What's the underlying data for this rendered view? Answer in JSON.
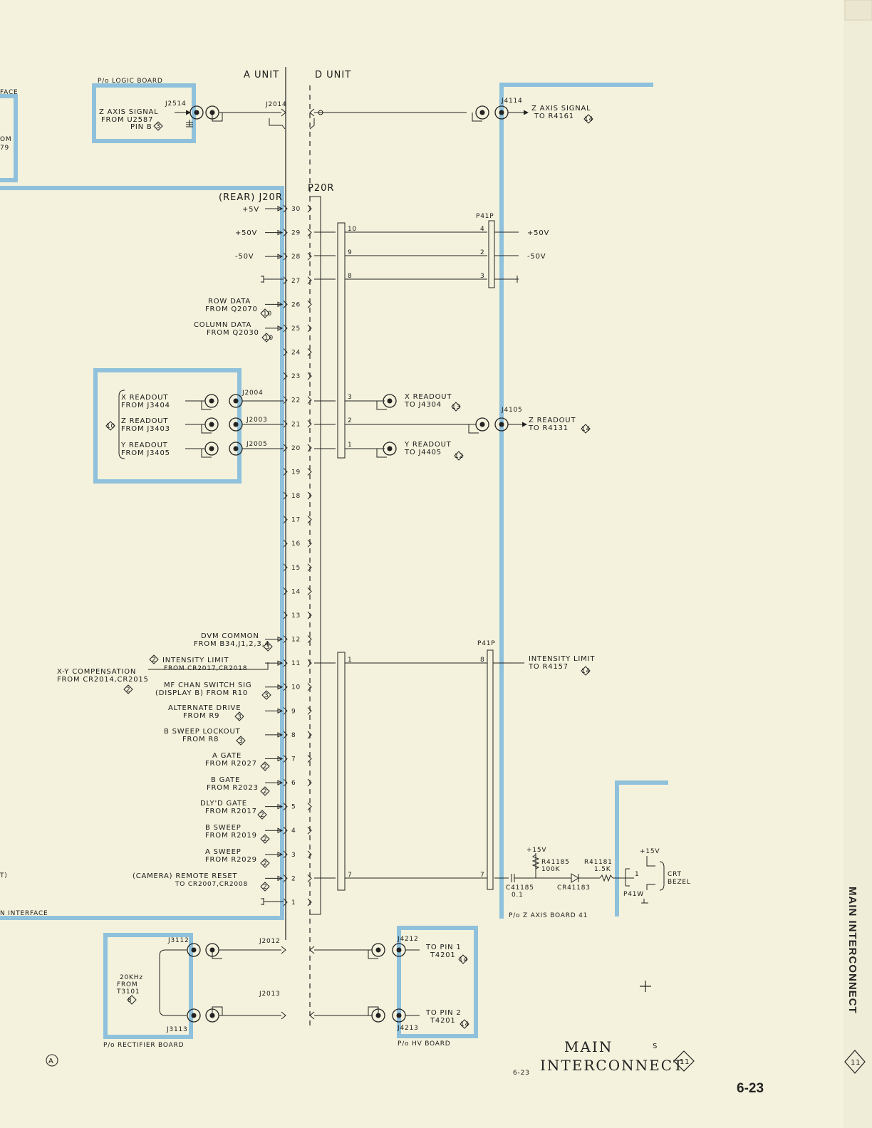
{
  "header": {
    "a_unit": "A UNIT",
    "d_unit": "D UNIT"
  },
  "boards": {
    "logic_board": "P/o LOGIC BOARD",
    "rectifier_board": "P/o RECTIFIER BOARD",
    "hv_board": "P/o HV BOARD",
    "z_axis_board": "P/o Z AXIS BOARD 41"
  },
  "left_fragments": [
    "FACE",
    "OM",
    "79",
    "T)",
    "N INTERFACE"
  ],
  "top_section": {
    "j2514": "J2514",
    "z_signal_lines": [
      "Z AXIS SIGNAL",
      "FROM U2587",
      "PIN B"
    ],
    "z_signal_ref": "3",
    "j2014": "J2014",
    "j4114": "J4114",
    "z_out_lines": [
      "Z AXIS SIGNAL",
      "TO R4161"
    ],
    "z_out_ref": "14"
  },
  "connectors": {
    "j20r": "(REAR) J20R",
    "p20r": "P20R",
    "p41p_top": "P41P",
    "p41p_mid": "P41P",
    "p41w": "P41W"
  },
  "pin_numbers": [
    "30",
    "29",
    "28",
    "27",
    "26",
    "25",
    "24",
    "23",
    "22",
    "21",
    "20",
    "19",
    "18",
    "17",
    "16",
    "15",
    "14",
    "13",
    "12",
    "11",
    "10",
    "9",
    "8",
    "7",
    "6",
    "5",
    "4",
    "3",
    "2",
    "1"
  ],
  "left_signals": {
    "p30": "+5V",
    "p29": "+50V",
    "p28": "-50V",
    "p26": [
      "ROW DATA",
      "FROM Q2070"
    ],
    "p26_ref": "10",
    "p25": [
      "COLUMN DATA",
      "FROM Q2030"
    ],
    "p25_ref": "10",
    "p12": [
      "DVM COMMON",
      "FROM B34,J1,2,3,4"
    ],
    "p12_ref": "3",
    "p11": [
      "INTENSITY LIMIT",
      "FROM CR2017,CR2018"
    ],
    "p11_ref": "2",
    "xy_comp": [
      "X-Y COMPENSATION",
      "FROM CR2014,CR2015"
    ],
    "xy_ref": "2",
    "p10": [
      "MF CHAN SWITCH SIG",
      "(DISPLAY B)   FROM R10"
    ],
    "p10_ref": "3",
    "p9": [
      "ALTERNATE DRIVE",
      "FROM R9"
    ],
    "p9_ref": "3",
    "p8": [
      "B SWEEP LOCKOUT",
      "FROM R8"
    ],
    "p8_ref": "3",
    "p7": [
      "A GATE",
      "FROM R2027"
    ],
    "p7_ref": "2",
    "p6": [
      "B GATE",
      "FROM R2023"
    ],
    "p6_ref": "2",
    "p5": [
      "DLY'D GATE",
      "FROM R2017"
    ],
    "p5_ref": "2",
    "p4": [
      "B SWEEP",
      "FROM R2019"
    ],
    "p4_ref": "2",
    "p3": [
      "A SWEEP",
      "FROM R2029"
    ],
    "p3_ref": "2",
    "p2": [
      "(CAMERA) REMOTE RESET",
      "TO CR2007,CR2008"
    ],
    "p2_ref": "2"
  },
  "readout_box": {
    "ref": "10",
    "x": [
      "X READOUT",
      "FROM J3404"
    ],
    "z": [
      "Z READOUT",
      "FROM J3403"
    ],
    "y": [
      "Y READOUT",
      "FROM J3405"
    ],
    "j2004": "J2004",
    "j2003": "J2003",
    "j2005": "J2005"
  },
  "p20r_pins": {
    "a": "10",
    "b": "9",
    "c": "8",
    "d": "3",
    "e": "2",
    "f": "1",
    "g": "1",
    "h": "7"
  },
  "p41p_pins": {
    "a": "4",
    "b": "2",
    "c": "3",
    "d": "8",
    "e": "7"
  },
  "right_signals": {
    "p50v": "+50V",
    "m50v": "-50V",
    "x_readout": [
      "X READOUT",
      "TO J4304"
    ],
    "x_ref": "13",
    "y_readout": [
      "Y READOUT",
      "TO J4405"
    ],
    "y_ref": "12",
    "j4105": "J4105",
    "z_readout": [
      "Z READOUT",
      "TO R4131"
    ],
    "z_ref": "14",
    "int_limit": [
      "INTENSITY LIMIT",
      "TO R4157"
    ],
    "int_ref": "14"
  },
  "crt_section": {
    "plus15_a": "+15V",
    "plus15_b": "+15V",
    "r41185": [
      "R41185",
      "100K"
    ],
    "r41181": [
      "R41181",
      "1.5K"
    ],
    "c41185": [
      "C41185",
      "0.1"
    ],
    "cr41183": "CR41183",
    "pin1": "1",
    "crt_bezel": [
      "CRT",
      "BEZEL"
    ]
  },
  "bottom_section": {
    "j3112": "J3112",
    "j3113": "J3113",
    "j2012": "J2012",
    "j2013": "J2013",
    "j4212": "J4212",
    "j4213": "J4213",
    "freq": [
      "20KHz",
      "FROM",
      "T3101"
    ],
    "freq_ref": "8",
    "to_pin1": [
      "TO PIN 1",
      "T4201"
    ],
    "to_pin1_ref": "14",
    "to_pin2": [
      "TO PIN 2",
      "T4201"
    ],
    "to_pin2_ref": "14"
  },
  "title_block": {
    "line1": "MAIN",
    "line2": "INTERCONNECT",
    "diagram_ref": "11",
    "small_num": "6-23",
    "corner_mark": "A",
    "tick_mark": "S"
  },
  "side_tab": {
    "label": "MAIN INTERCONNECT",
    "ref": "11"
  },
  "page_number": "6-23"
}
